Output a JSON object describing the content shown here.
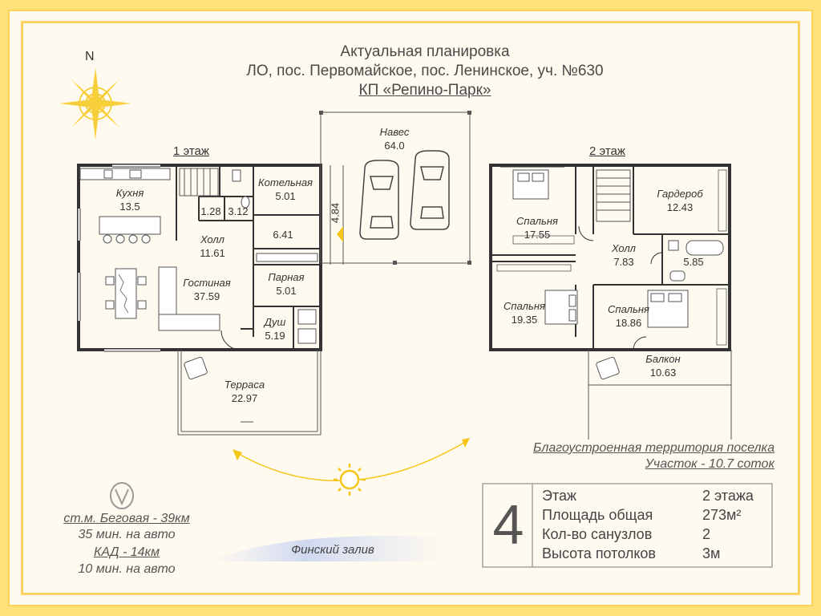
{
  "header": {
    "line1": "Актуальная планировка",
    "line2": "ЛО, пос. Первомайское, пос. Ленинское, уч. №630",
    "line3": "КП «Репино-Парк»"
  },
  "compass": {
    "north": "N"
  },
  "floor1": {
    "label": "1 этаж",
    "rooms": [
      {
        "name": "Кухня",
        "area": "13.5"
      },
      {
        "name": "Холл",
        "area": "11.61"
      },
      {
        "name": "Котельная",
        "area": "5.01"
      },
      {
        "name": "",
        "area": "6.41"
      },
      {
        "name": "Гостиная",
        "area": "37.59"
      },
      {
        "name": "Парная",
        "area": "5.01"
      },
      {
        "name": "Душ",
        "area": "5.19"
      },
      {
        "name": "Терраса",
        "area": "22.97"
      }
    ],
    "small_areas": [
      "1.28",
      "3.12"
    ],
    "canopy": {
      "name": "Навес",
      "area": "64.0"
    },
    "canopy_depth": "4.84"
  },
  "floor2": {
    "label": "2 этаж",
    "rooms": [
      {
        "name": "Спальня",
        "area": "17.55"
      },
      {
        "name": "Гардероб",
        "area": "12.43"
      },
      {
        "name": "Холл",
        "area": "7.83"
      },
      {
        "name": "",
        "area": "5.85"
      },
      {
        "name": "Спальня",
        "area": "19.35"
      },
      {
        "name": "Спальня",
        "area": "18.86"
      },
      {
        "name": "Балкон",
        "area": "10.63"
      }
    ]
  },
  "territory": {
    "line1": "Благоустроенная территория поселка",
    "line2": "Участок - 10.7 соток"
  },
  "transport": {
    "metro": "ст.м. Беговая - 39км",
    "metro_time": "35 мин. на авто",
    "kad": "КАД - 14км",
    "kad_time": "10 мин. на авто"
  },
  "gulf": "Финский залив",
  "info": {
    "number": "4",
    "rows": [
      {
        "label": "Этаж",
        "value": "2 этажа"
      },
      {
        "label": "Площадь общая",
        "value": "273м²"
      },
      {
        "label": "Кол-во санузлов",
        "value": "2"
      },
      {
        "label": "Высота потолков",
        "value": "3м"
      }
    ]
  },
  "colors": {
    "accent": "#fbd15b",
    "sun": "#f5c518",
    "wall": "#333333"
  },
  "icons": [
    "compass-rose-icon",
    "metro-icon",
    "sun-icon",
    "car-icon",
    "bed-icon",
    "bathtub-icon",
    "sofa-icon",
    "dining-table-icon",
    "armchair-icon"
  ]
}
